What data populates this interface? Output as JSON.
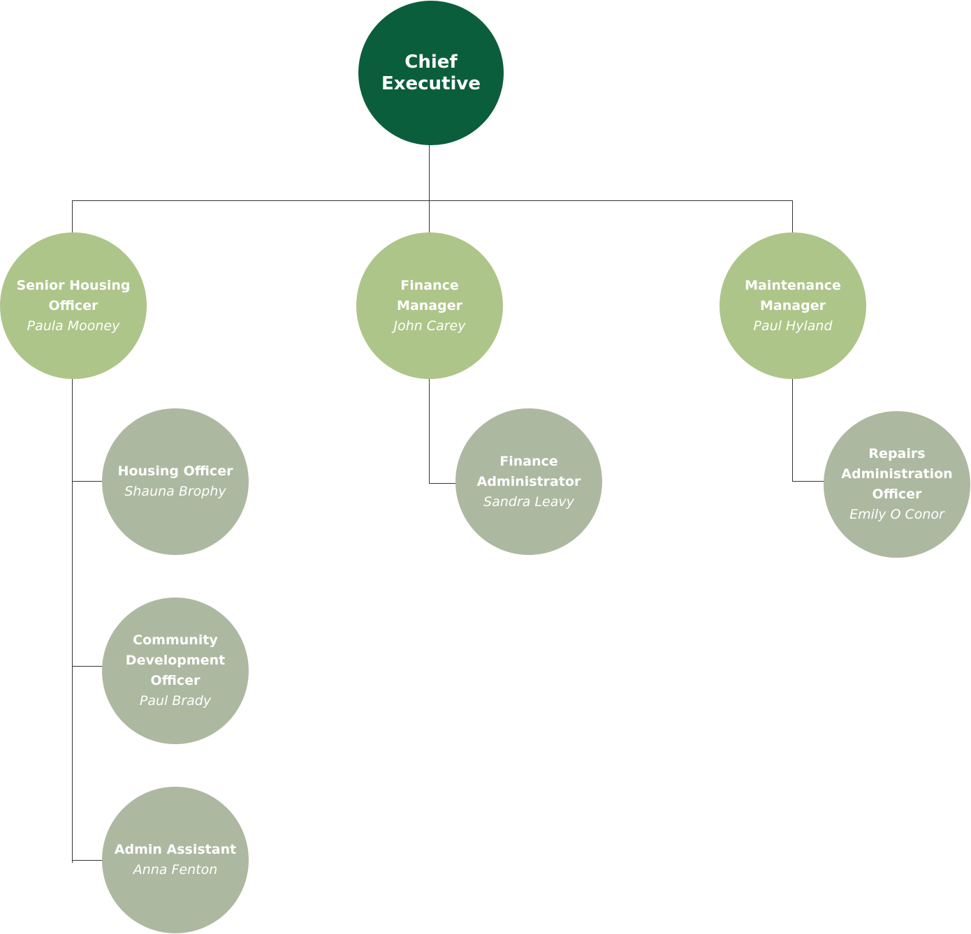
{
  "colors": {
    "executive": "#0b5e3c",
    "manager": "#adc589",
    "staff": "#adb8a0",
    "connector": "#333333",
    "text": "#ffffff"
  },
  "chief_executive": {
    "title": "Chief\nExecutive"
  },
  "managers": [
    {
      "title": "Senior Housing\nOfficer",
      "name": "Paula Mooney",
      "reports": [
        {
          "title": "Housing Officer",
          "name": "Shauna Brophy"
        },
        {
          "title": "Community\nDevelopment\nOfficer",
          "name": "Paul Brady"
        },
        {
          "title": "Admin Assistant",
          "name": "Anna Fenton"
        }
      ]
    },
    {
      "title": "Finance\nManager",
      "name": "John Carey",
      "reports": [
        {
          "title": "Finance\nAdministrator",
          "name": "Sandra Leavy"
        }
      ]
    },
    {
      "title": "Maintenance\nManager",
      "name": "Paul Hyland",
      "reports": [
        {
          "title": "Repairs\nAdministration\nOfficer",
          "name": "Emily O Conor"
        }
      ]
    }
  ]
}
